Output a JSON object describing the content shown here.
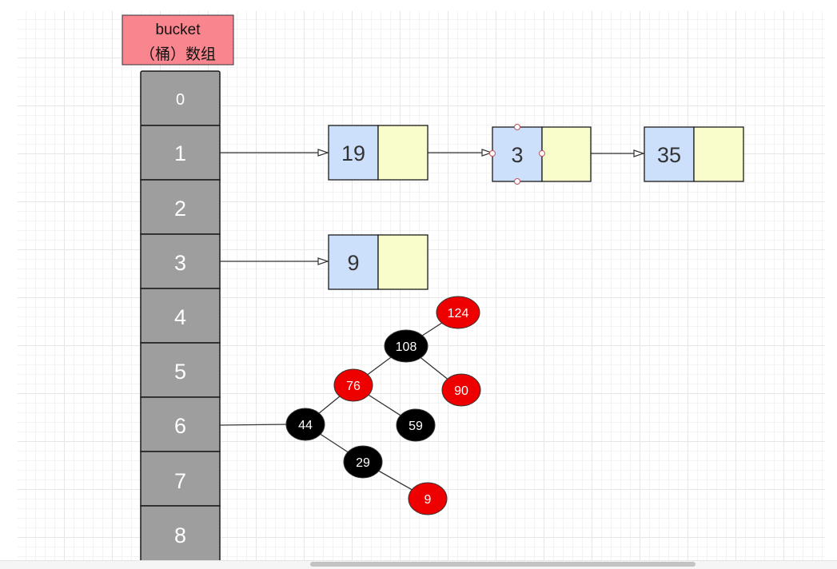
{
  "bucket_header": {
    "line1": "bucket",
    "line2": "（桶）数组"
  },
  "buckets": [
    "0",
    "1",
    "2",
    "3",
    "4",
    "5",
    "6",
    "7",
    "8"
  ],
  "linked_lists": [
    {
      "bucket": "1",
      "nodes": [
        "19",
        "3",
        "35"
      ]
    },
    {
      "bucket": "3",
      "nodes": [
        "9"
      ]
    }
  ],
  "tree": {
    "bucket": "6",
    "nodes": [
      {
        "id": "n124",
        "label": "124",
        "color": "red"
      },
      {
        "id": "n108",
        "label": "108",
        "color": "black"
      },
      {
        "id": "n76",
        "label": "76",
        "color": "red"
      },
      {
        "id": "n90",
        "label": "90",
        "color": "red"
      },
      {
        "id": "n44",
        "label": "44",
        "color": "black"
      },
      {
        "id": "n59",
        "label": "59",
        "color": "black"
      },
      {
        "id": "n29",
        "label": "29",
        "color": "black"
      },
      {
        "id": "n9",
        "label": "9",
        "color": "red"
      }
    ],
    "edges": [
      [
        "n108",
        "n124"
      ],
      [
        "n108",
        "n76"
      ],
      [
        "n108",
        "n90"
      ],
      [
        "n76",
        "n44"
      ],
      [
        "n76",
        "n59"
      ],
      [
        "n44",
        "n29"
      ],
      [
        "n29",
        "n9"
      ]
    ]
  },
  "colors": {
    "header_fill": "#f9868f",
    "bucket_fill": "#9e9e9e",
    "node_key_fill": "#cde0fb",
    "node_next_fill": "#f9fdcc",
    "rb_red": "#ee0000",
    "rb_black": "#000000"
  }
}
